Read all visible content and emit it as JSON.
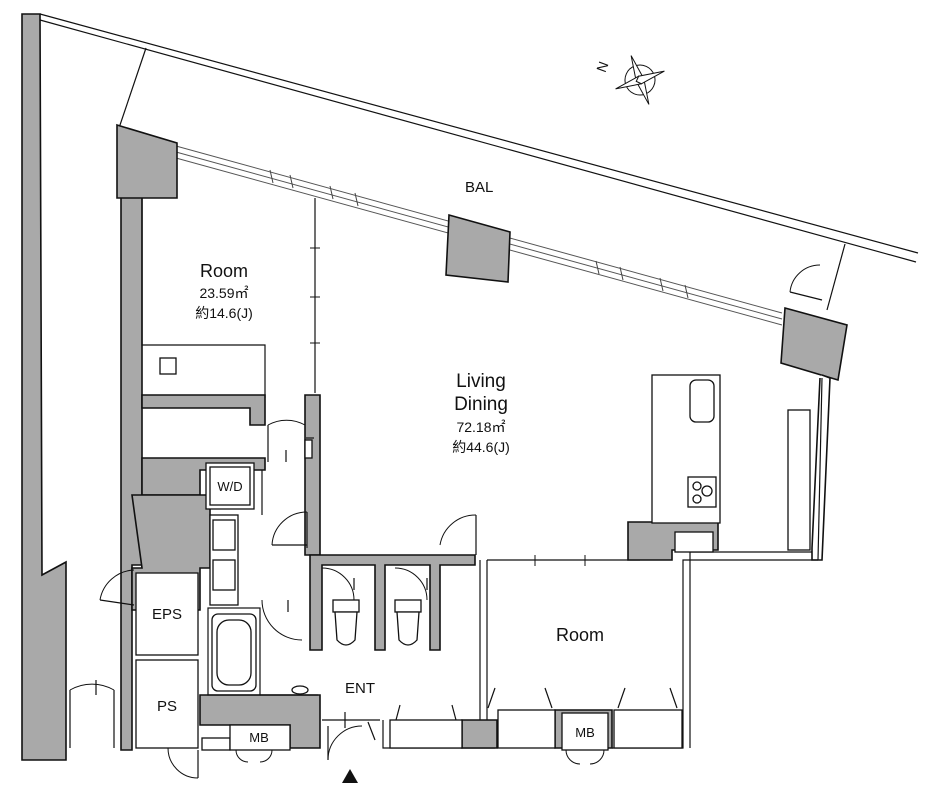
{
  "labels": {
    "bal": "BAL",
    "room1_name": "Room",
    "room1_area": "23.59㎡",
    "room1_jo": "約14.6(J)",
    "living_line1": "Living",
    "living_line2": "Dining",
    "living_area": "72.18㎡",
    "living_jo": "約44.6(J)",
    "room2_name": "Room",
    "wd": "W/D",
    "eps": "EPS",
    "ps": "PS",
    "mb1": "MB",
    "mb2": "MB",
    "ent": "ENT",
    "north": "N"
  },
  "colors": {
    "wall_fill": "#a9a9a9",
    "line": "#111111",
    "background": "#ffffff"
  }
}
